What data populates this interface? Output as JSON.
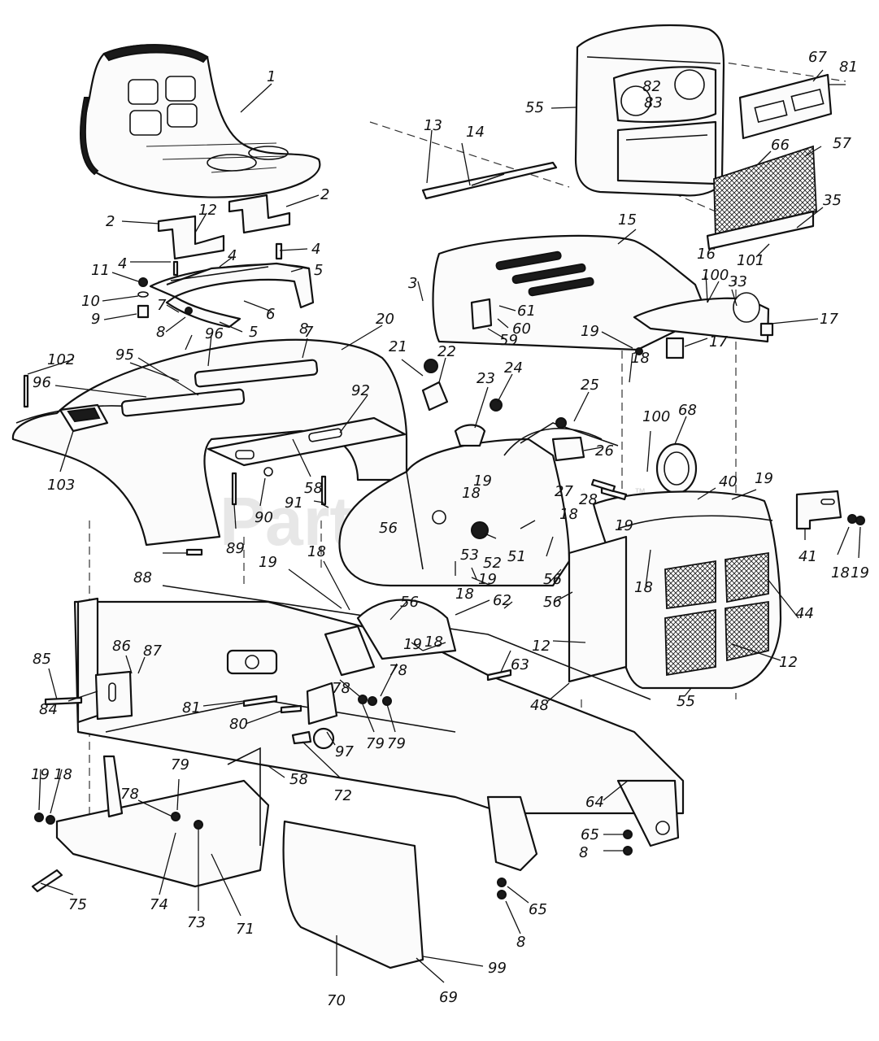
{
  "watermark": {
    "text": "PartsTree",
    "trademark": "™"
  },
  "callouts": {
    "n1": "1",
    "n2a": "2",
    "n2b": "2",
    "n3": "3",
    "n4a": "4",
    "n4b": "4",
    "n4c": "4",
    "n5a": "5",
    "n5b": "5",
    "n6": "6",
    "n7a": "7",
    "n7b": "7",
    "n8a": "8",
    "n8b": "8",
    "n8c": "8",
    "n8d": "8",
    "n9": "9",
    "n10": "10",
    "n11": "11",
    "n12a": "12",
    "n12b": "12",
    "n12c": "12",
    "n13": "13",
    "n14": "14",
    "n15": "15",
    "n16": "16",
    "n17a": "17",
    "n17b": "17",
    "n18a": "18",
    "n18b": "18",
    "n18c": "18",
    "n18d": "18",
    "n18e": "18",
    "n18f": "18",
    "n18g": "18",
    "n18h": "18",
    "n18i": "18",
    "n19a": "19",
    "n19b": "19",
    "n19c": "19",
    "n19d": "19",
    "n19e": "19",
    "n19f": "19",
    "n19g": "19",
    "n19h": "19",
    "n19i": "19",
    "n20": "20",
    "n21": "21",
    "n22": "22",
    "n23": "23",
    "n24": "24",
    "n25": "25",
    "n26": "26",
    "n27": "27",
    "n28": "28",
    "n33": "33",
    "n35": "35",
    "n40": "40",
    "n41": "41",
    "n44": "44",
    "n48": "48",
    "n51": "51",
    "n52": "52",
    "n53": "53",
    "n55a": "55",
    "n55b": "55",
    "n56a": "56",
    "n56b": "56",
    "n56c": "56",
    "n56d": "56",
    "n57": "57",
    "n58a": "58",
    "n58b": "58",
    "n59": "59",
    "n60": "60",
    "n61": "61",
    "n62": "62",
    "n63": "63",
    "n64": "64",
    "n65a": "65",
    "n65b": "65",
    "n66": "66",
    "n67": "67",
    "n68": "68",
    "n69": "69",
    "n70": "70",
    "n71": "71",
    "n72": "72",
    "n73": "73",
    "n74": "74",
    "n75": "75",
    "n78a": "78",
    "n78b": "78",
    "n78c": "78",
    "n79a": "79",
    "n79b": "79",
    "n79c": "79",
    "n80": "80",
    "n81a": "81",
    "n81b": "81",
    "n82": "82",
    "n83": "83",
    "n84": "84",
    "n85": "85",
    "n86": "86",
    "n87": "87",
    "n88": "88",
    "n89": "89",
    "n90": "90",
    "n91": "91",
    "n92": "92",
    "n95": "95",
    "n96a": "96",
    "n96b": "96",
    "n97": "97",
    "n99": "99",
    "n100a": "100",
    "n100b": "100",
    "n101": "101",
    "n102": "102",
    "n103": "103"
  }
}
